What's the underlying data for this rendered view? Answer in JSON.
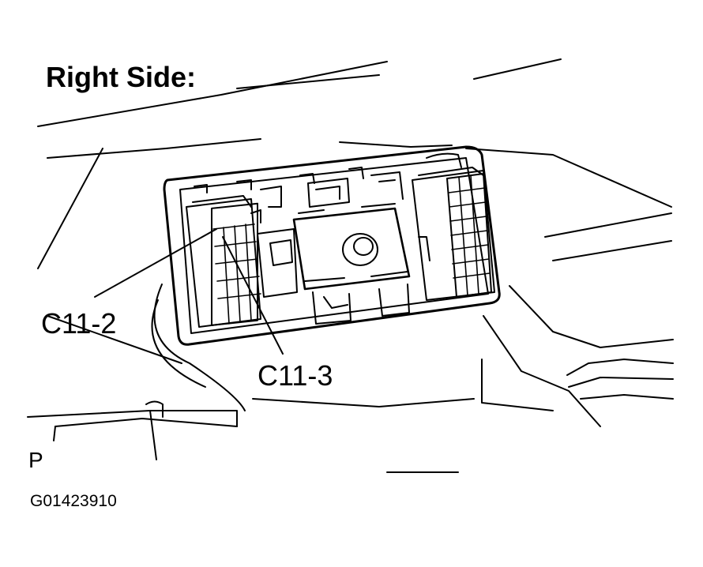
{
  "title": "Right Side:",
  "labels": {
    "c11_2": "C11-2",
    "c11_3": "C11-3"
  },
  "corner_mark": "P",
  "figure_code": "G01423910",
  "colors": {
    "ink": "#000000",
    "paper": "#ffffff"
  }
}
